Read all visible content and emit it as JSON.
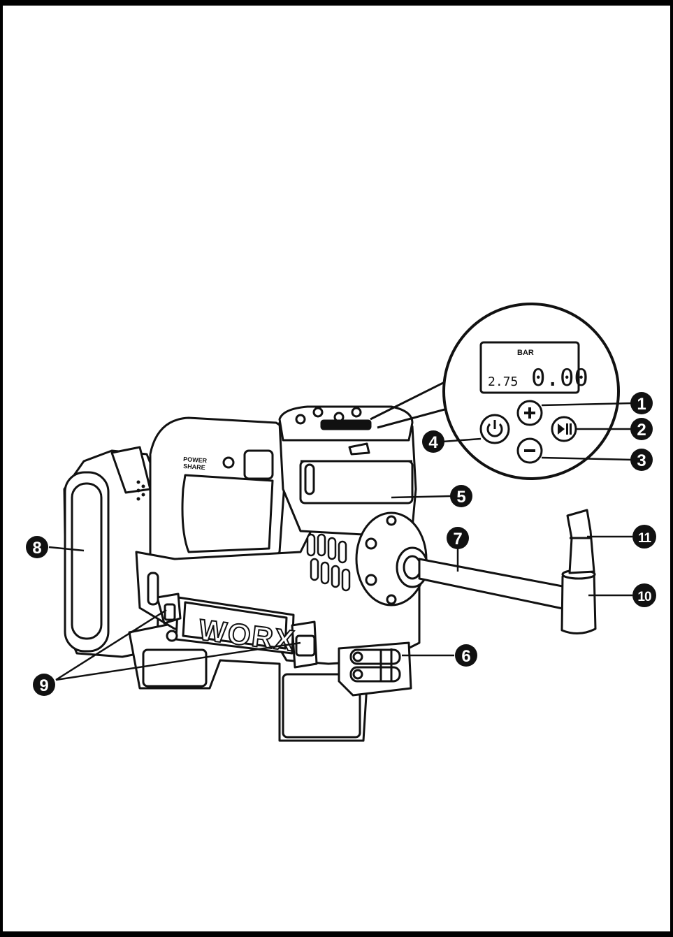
{
  "display": {
    "unit": "BAR",
    "preset_value": "2.75",
    "current_value": "0.00"
  },
  "brand": {
    "logo_text": "WORX",
    "badge_line1": "POWER",
    "badge_line2": "SHARE"
  },
  "callouts": [
    {
      "id": 1,
      "label": "1"
    },
    {
      "id": 2,
      "label": "2"
    },
    {
      "id": 3,
      "label": "3"
    },
    {
      "id": 4,
      "label": "4"
    },
    {
      "id": 5,
      "label": "5"
    },
    {
      "id": 6,
      "label": "6"
    },
    {
      "id": 7,
      "label": "7"
    },
    {
      "id": 8,
      "label": "8"
    },
    {
      "id": 9,
      "label": "9"
    },
    {
      "id": 10,
      "label": "10"
    },
    {
      "id": 11,
      "label": "11"
    }
  ],
  "icons": {
    "power": "power-icon",
    "plus": "plus-icon",
    "minus": "minus-icon",
    "play_pause": "play-pause-icon"
  }
}
